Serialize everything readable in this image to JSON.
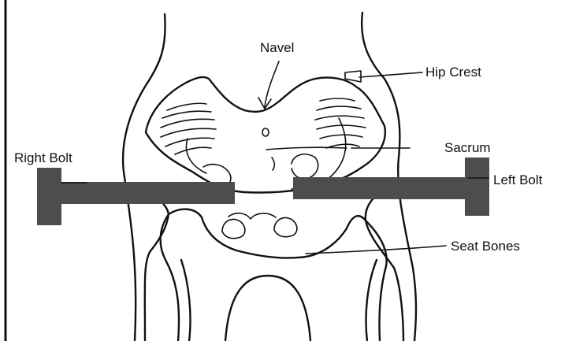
{
  "labels": {
    "navel": "Navel",
    "hip_crest": "Hip Crest",
    "sacrum": "Sacrum",
    "right_bolt": "Right Bolt",
    "left_bolt": "Left Bolt",
    "seat_bones": "Seat Bones"
  },
  "colors": {
    "ink": "#111111",
    "bolt": "#4d4d4d",
    "background": "#ffffff"
  }
}
